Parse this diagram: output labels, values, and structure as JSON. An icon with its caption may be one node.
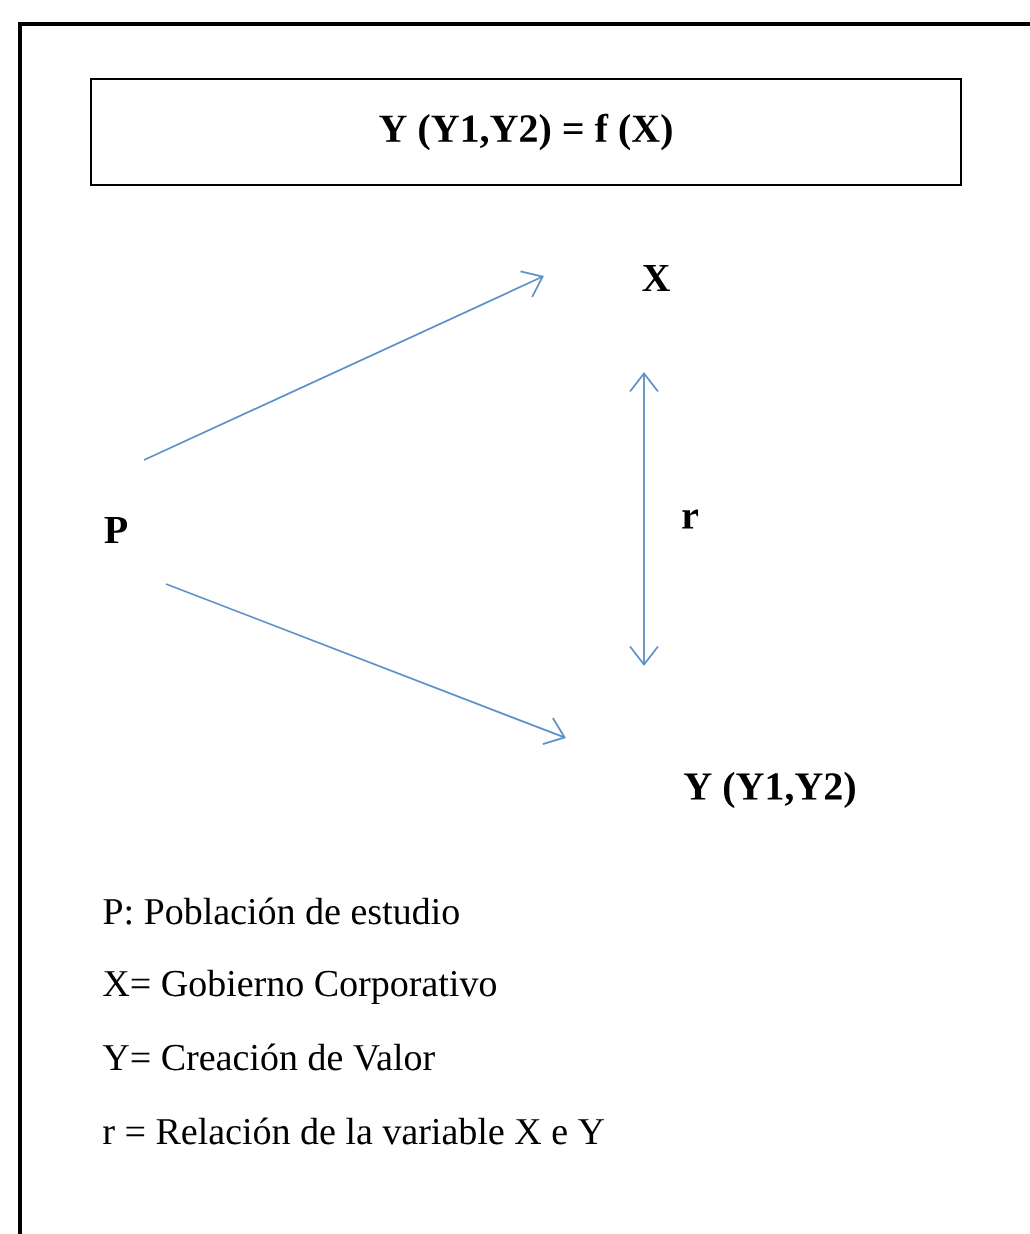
{
  "diagram": {
    "nodes": [
      {
        "text": [
          "Y (Y1,Y2) = f (X)"
        ]
      },
      {
        "text": [
          "X"
        ]
      },
      {
        "text": [
          "P"
        ]
      },
      {
        "text": [
          "Y (Y1,Y2)"
        ]
      }
    ],
    "edges": [
      {
        "from": 2,
        "to": 1,
        "arrow": "to"
      },
      {
        "from": 2,
        "to": 3,
        "arrow": "to"
      },
      {
        "from": 1,
        "to": 3,
        "arrow": "both",
        "label": "r"
      }
    ],
    "labels": [
      "P: Población de estudio",
      "X= Gobierno Corporativo",
      "Y= Creación de Valor",
      "r = Relación de la variable X e Y"
    ]
  }
}
